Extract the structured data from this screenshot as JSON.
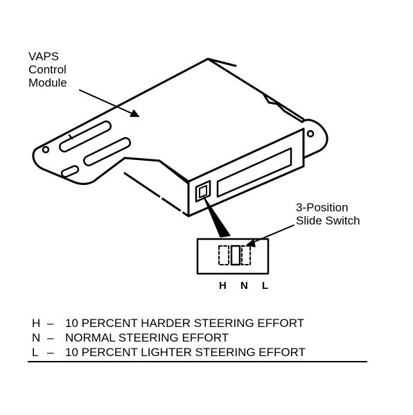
{
  "labels": {
    "module": [
      "VAPS",
      "Control",
      "Module"
    ],
    "switch": [
      "3-Position",
      "Slide Switch"
    ],
    "positions": "H N L"
  },
  "legend": [
    {
      "key": "H",
      "sep": "–",
      "text": "10 PERCENT HARDER STEERING EFFORT"
    },
    {
      "key": "N",
      "sep": "–",
      "text": "NORMAL STEERING EFFORT"
    },
    {
      "key": "L",
      "sep": "–",
      "text": "10 PERCENT LIGHTER STEERING EFFORT"
    }
  ],
  "colors": {
    "ink": "#000000",
    "paper": "#ffffff"
  }
}
